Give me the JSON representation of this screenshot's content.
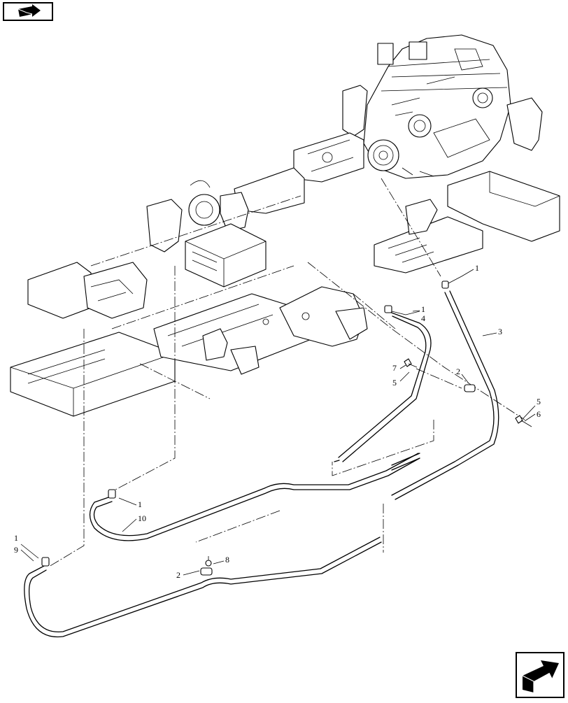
{
  "navigation": {
    "previous_icon": "back-arrow-icon",
    "next_icon": "forward-arrow-icon"
  },
  "callouts": [
    {
      "id": "c1a",
      "label": "1"
    },
    {
      "id": "c1b",
      "label": "1"
    },
    {
      "id": "c4",
      "label": "4"
    },
    {
      "id": "c3",
      "label": "3"
    },
    {
      "id": "c7",
      "label": "7"
    },
    {
      "id": "c5a",
      "label": "5"
    },
    {
      "id": "c2a",
      "label": "2"
    },
    {
      "id": "c5b",
      "label": "5"
    },
    {
      "id": "c6",
      "label": "6"
    },
    {
      "id": "c1c",
      "label": "1"
    },
    {
      "id": "c10",
      "label": "10"
    },
    {
      "id": "c1d",
      "label": "1"
    },
    {
      "id": "c9",
      "label": "9"
    },
    {
      "id": "c8",
      "label": "8"
    },
    {
      "id": "c2b",
      "label": "2"
    }
  ]
}
